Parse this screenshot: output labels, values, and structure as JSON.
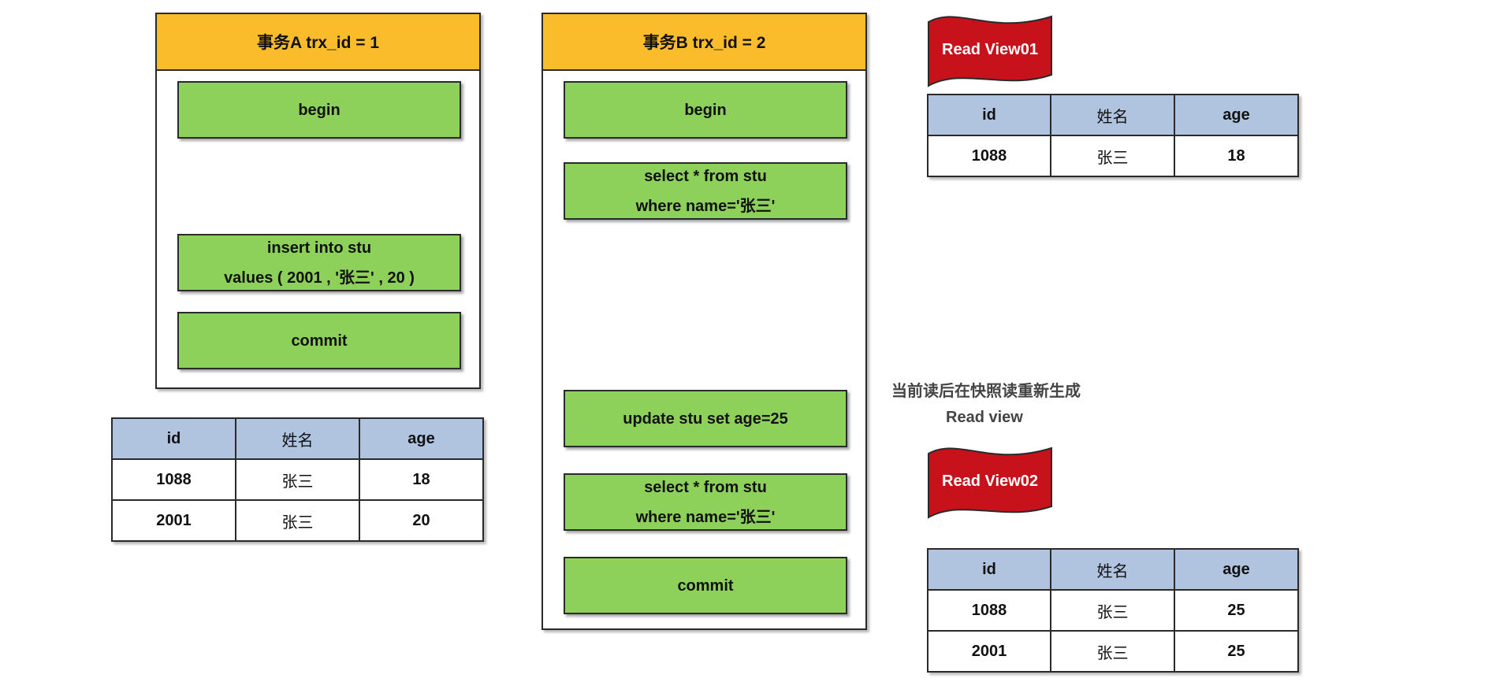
{
  "transaction_a": {
    "title": "事务A trx_id = 1",
    "steps": [
      "begin",
      "insert into stu",
      "values ( 2001 , '张三' , 20 )",
      "commit"
    ]
  },
  "transaction_b": {
    "title": "事务B trx_id = 2",
    "steps": [
      "begin",
      "select * from stu",
      "where name='张三'",
      "update stu set age=25",
      "select * from stu",
      "where name='张三'",
      "commit"
    ]
  },
  "table_a": {
    "headers": [
      "id",
      "姓名",
      "age"
    ],
    "rows": [
      [
        "1088",
        "张三",
        "18"
      ],
      [
        "2001",
        "张三",
        "20"
      ]
    ]
  },
  "read_view_01": {
    "label": "Read View01",
    "headers": [
      "id",
      "姓名",
      "age"
    ],
    "rows": [
      [
        "1088",
        "张三",
        "18"
      ]
    ]
  },
  "note": {
    "line1": "当前读后在快照读重新生成",
    "line2": "Read view"
  },
  "read_view_02": {
    "label": "Read View02",
    "headers": [
      "id",
      "姓名",
      "age"
    ],
    "rows": [
      [
        "1088",
        "张三",
        "25"
      ],
      [
        "2001",
        "张三",
        "25"
      ]
    ]
  },
  "colors": {
    "header_orange": "#fbbc2b",
    "step_green": "#8dd05a",
    "table_header_blue": "#b0c4e0",
    "flag_red": "#c8121b"
  }
}
